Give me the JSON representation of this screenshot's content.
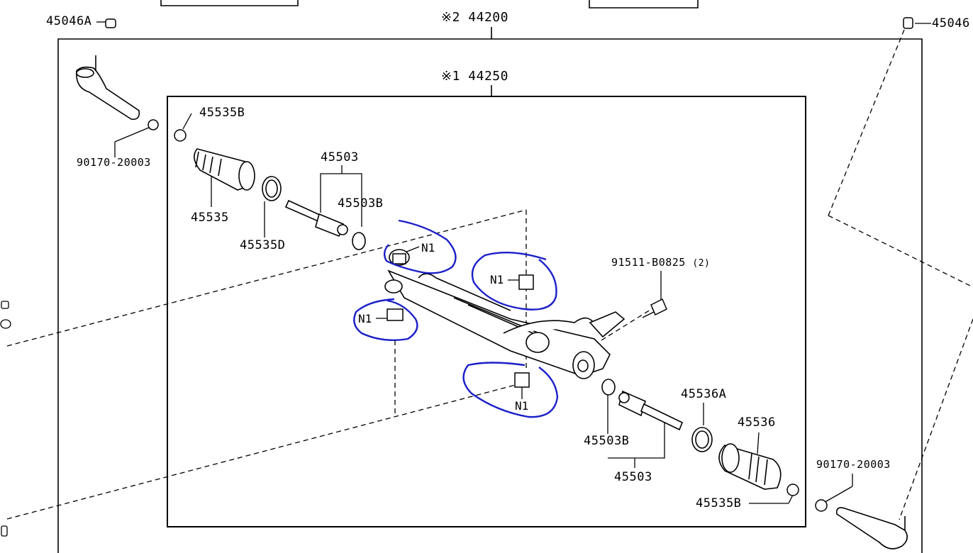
{
  "assembly_outer": {
    "mark": "※2",
    "part": "44200"
  },
  "assembly_inner": {
    "mark": "※1",
    "part": "44250"
  },
  "labels": {
    "nut_tl": "45046A",
    "nut_tr": "45046",
    "nut_l_end": "90170-20003",
    "nut_r_end": "90170-20003",
    "clamp_small_l": "45535B",
    "clamp_small_r": "45535B",
    "boot_l": "45535",
    "clamp_large_l": "45535D",
    "tie_rod_l": "45503",
    "washer_l": "45503B",
    "washer_r": "45503B",
    "tie_rod_r": "45503",
    "clamp_large_r": "45536A",
    "boot_r": "45536",
    "bolt": "91511-B0825",
    "bolt_qty": "(2)"
  },
  "callouts": {
    "bushing": "N1"
  },
  "colors": {
    "line": "#000000",
    "annotation": "#1a1fc8",
    "background": "#ffffff"
  }
}
